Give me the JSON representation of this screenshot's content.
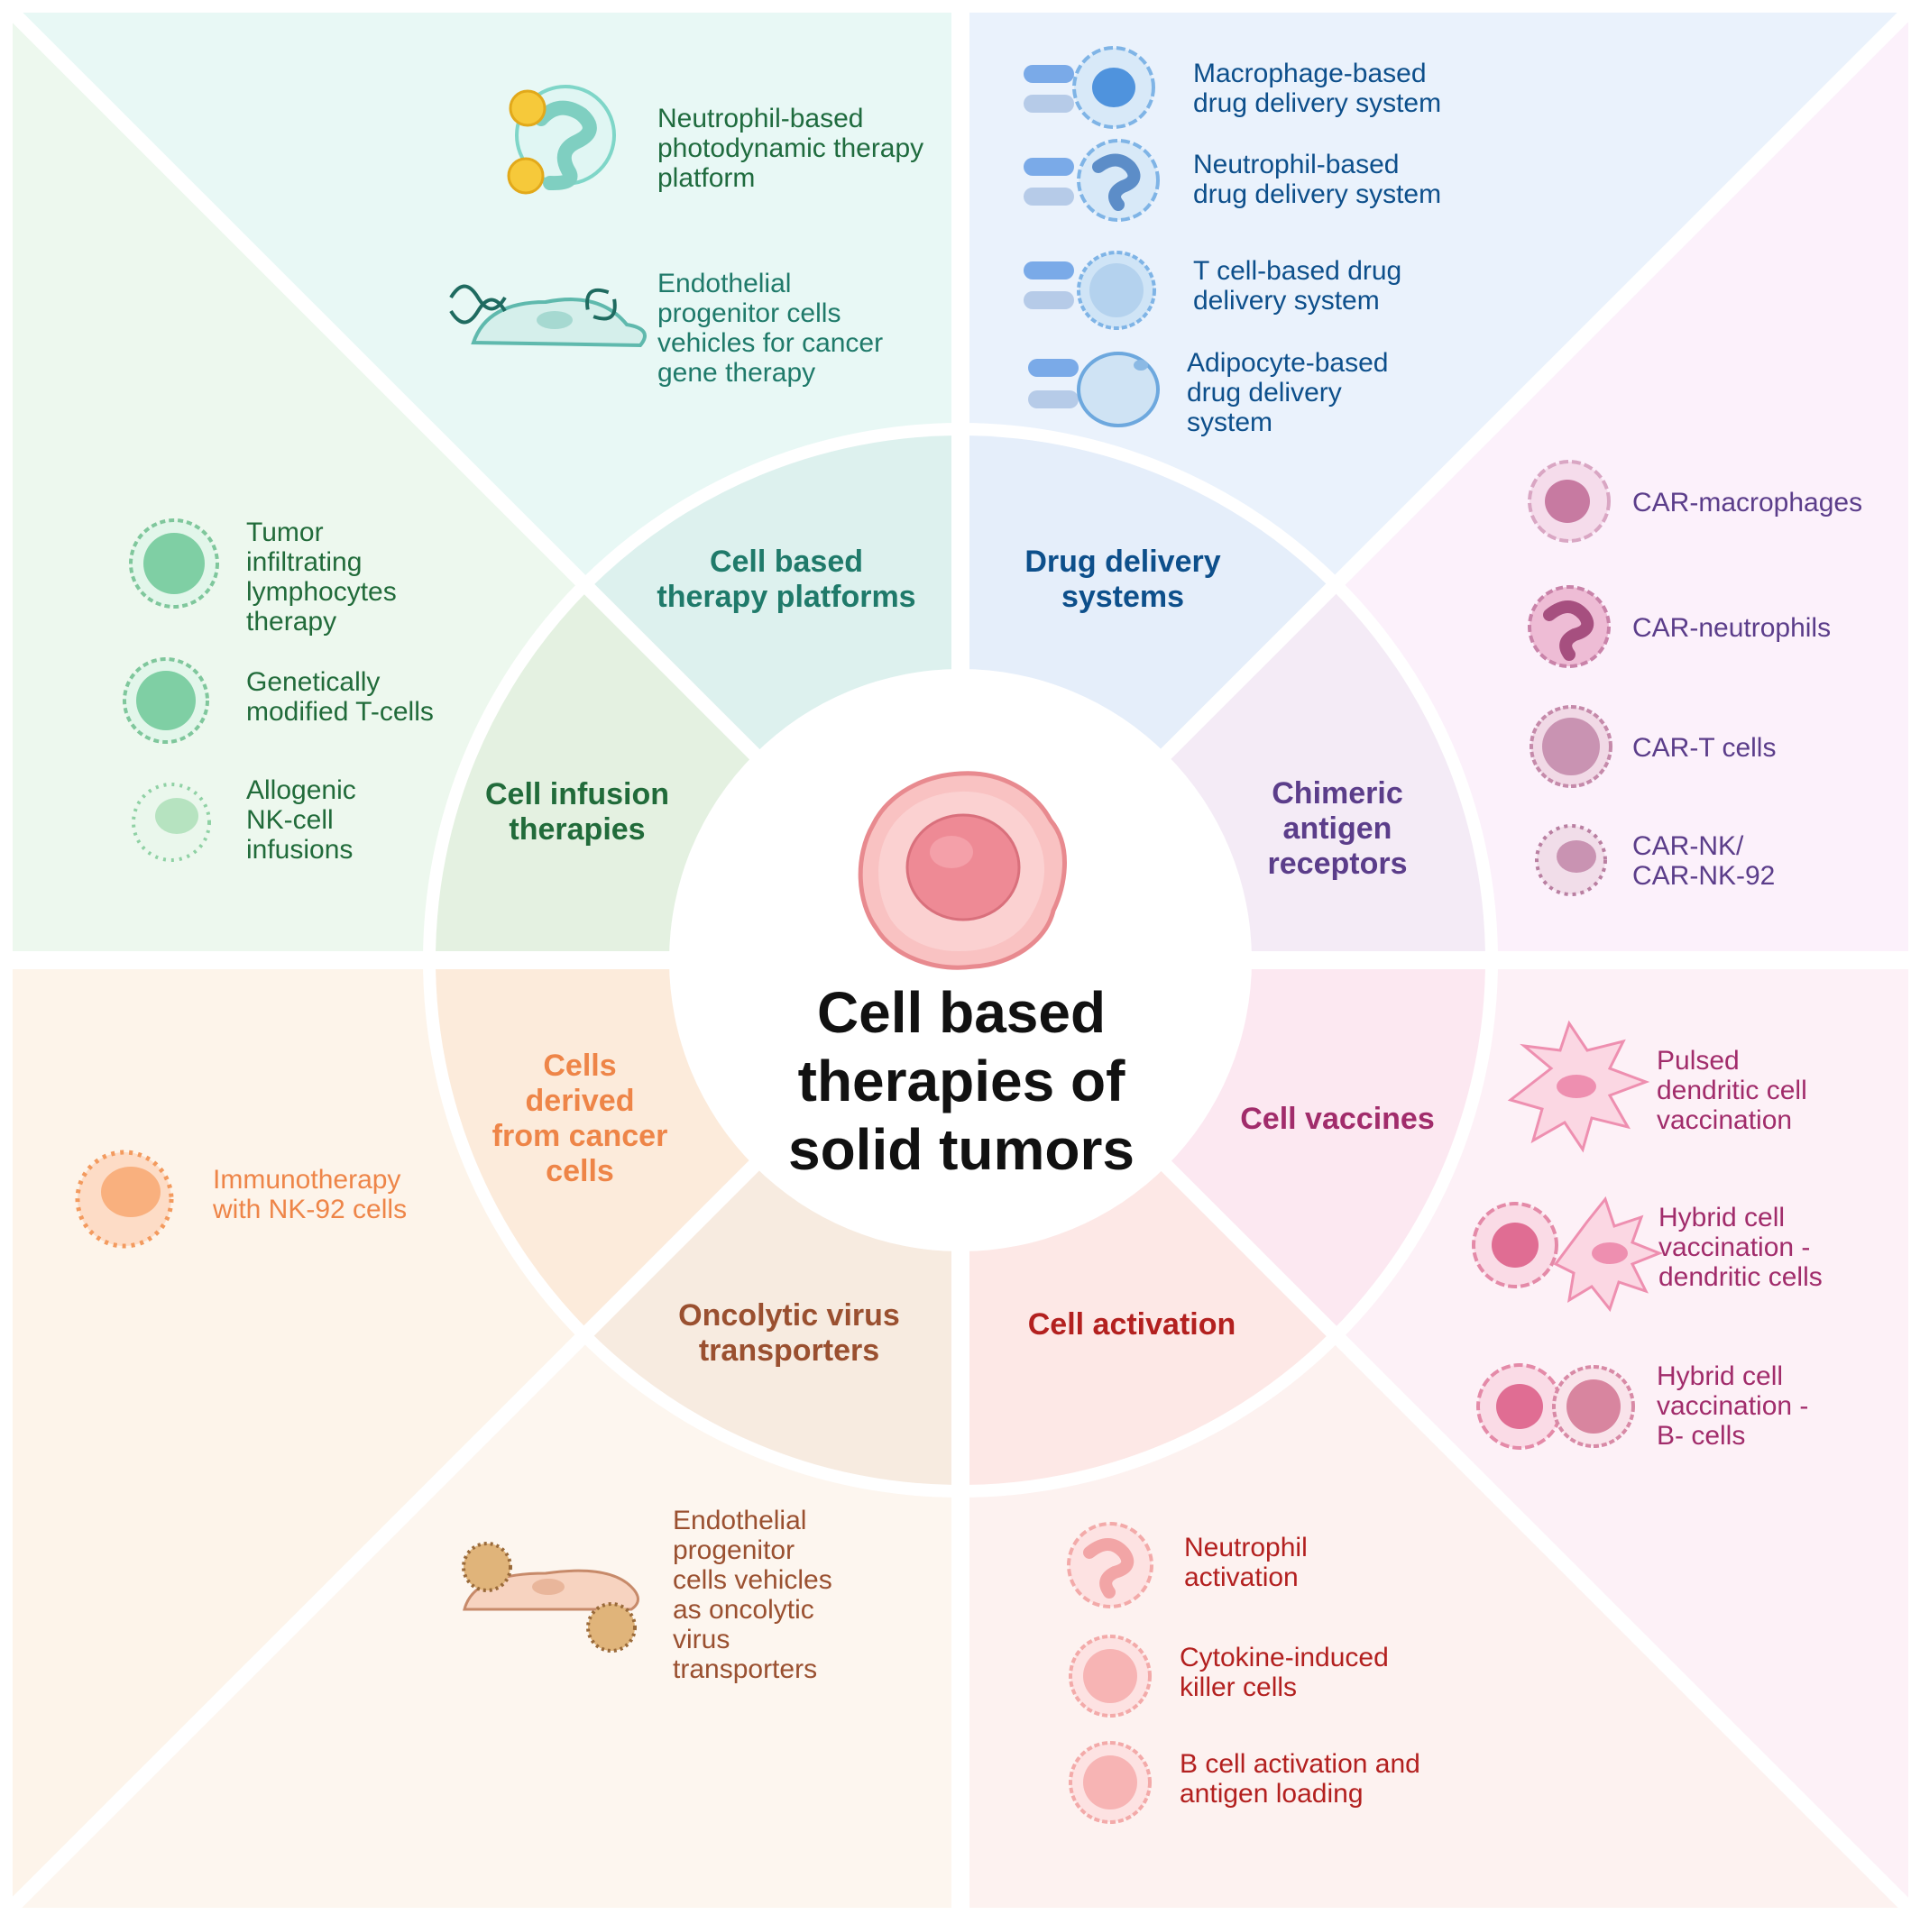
{
  "title": "Cell based\ntherapies of\nsolid tumors",
  "colors": {
    "platforms": "#1f7a6a",
    "drug_delivery": "#0d4f8b",
    "car": "#5b3d8a",
    "vaccines": "#a12c6b",
    "activation": "#b3201f",
    "oncolytic": "#9a5030",
    "cancer_derived": "#ee8548",
    "infusion": "#216b3a"
  },
  "categories": {
    "platforms": {
      "label": "Cell based\ntherapy platforms",
      "items": [
        "Neutrophil-based\nphotodynamic therapy\nplatform",
        "Endothelial\nprogenitor cells\nvehicles for cancer\ngene therapy"
      ]
    },
    "drug_delivery": {
      "label": "Drug delivery\nsystems",
      "items": [
        "Macrophage-based\ndrug delivery system",
        "Neutrophil-based\ndrug delivery system",
        "T cell-based drug\ndelivery system",
        "Adipocyte-based\ndrug delivery\nsystem"
      ]
    },
    "car": {
      "label": "Chimeric\nantigen\nreceptors",
      "items": [
        "CAR-macrophages",
        "CAR-neutrophils",
        "CAR-T cells",
        "CAR-NK/\nCAR-NK-92"
      ]
    },
    "vaccines": {
      "label": "Cell vaccines",
      "items": [
        "Pulsed\ndendritic cell\nvaccination",
        "Hybrid cell\nvaccination -\ndendritic cells",
        "Hybrid cell\nvaccination -\nB- cells"
      ]
    },
    "activation": {
      "label": "Cell activation",
      "items": [
        "Neutrophil\nactivation",
        "Cytokine-induced\nkiller cells",
        "B cell activation and\nantigen loading"
      ]
    },
    "oncolytic": {
      "label": "Oncolytic virus\ntransporters",
      "items": [
        "Endothelial\nprogenitor\ncells vehicles\nas oncolytic\nvirus\ntransporters"
      ]
    },
    "cancer_derived": {
      "label": "Cells\nderived\nfrom cancer\ncells",
      "items": [
        "Immunotherapy\nwith NK-92 cells"
      ]
    },
    "infusion": {
      "label": "Cell infusion\ntherapies",
      "items": [
        "Tumor\ninfiltrating\nlymphocytes\ntherapy",
        "Genetically\nmodified T-cells",
        "Allogenic\nNK-cell\ninfusions"
      ]
    }
  }
}
